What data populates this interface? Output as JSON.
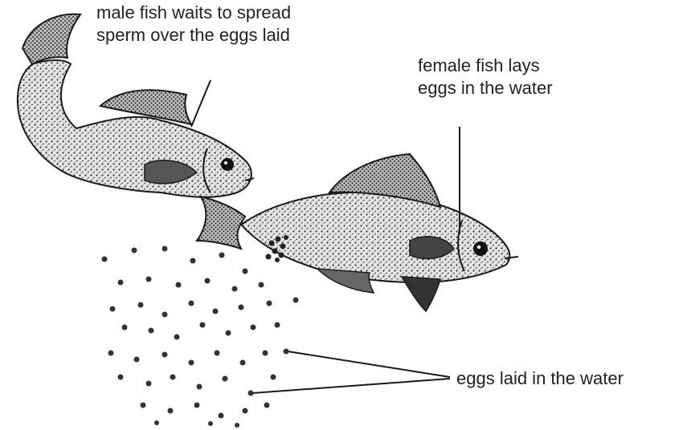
{
  "labels": {
    "male": {
      "line1": "male fish waits to spread",
      "line2": "sperm over the eggs laid"
    },
    "female": {
      "line1": "female fish lays",
      "line2": "eggs in the water"
    },
    "eggs": {
      "text": "eggs laid in the water"
    }
  },
  "colors": {
    "ink": "#1a1a1a",
    "fish_body": "#d9d9d9",
    "background": "#ffffff"
  }
}
